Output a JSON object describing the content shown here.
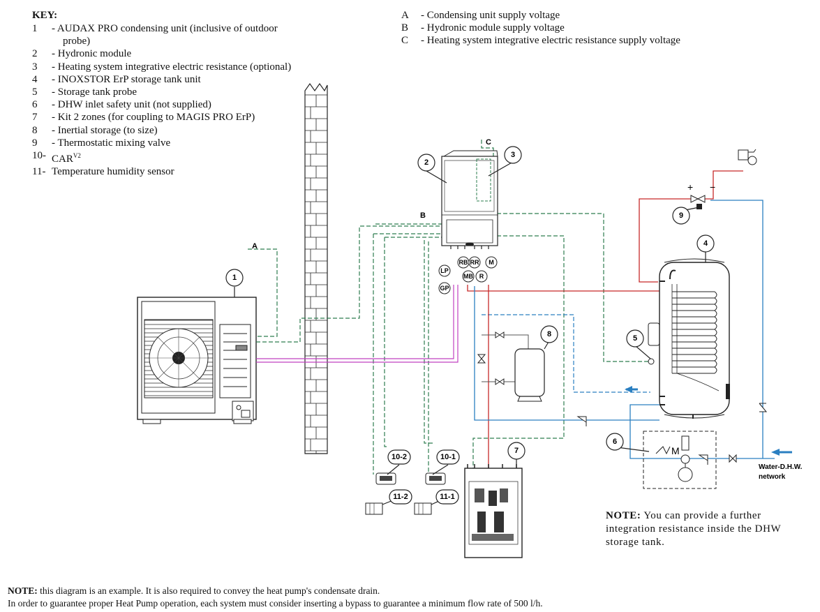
{
  "key": {
    "title": "KEY:",
    "items": [
      {
        "num": "1",
        "text": "- AUDAX PRO condensing unit (inclusive of outdoor"
      },
      {
        "num": "",
        "text": "probe)"
      },
      {
        "num": "2",
        "text": "- Hydronic module"
      },
      {
        "num": "3",
        "text": "- Heating system integrative electric resistance (optional)"
      },
      {
        "num": "4",
        "text": "- INOXSTOR ErP storage tank unit"
      },
      {
        "num": "5",
        "text": "- Storage tank probe"
      },
      {
        "num": "6",
        "text": "- DHW inlet safety unit (not supplied)"
      },
      {
        "num": "7",
        "text": "- Kit 2 zones (for coupling to MAGIS PRO ErP)"
      },
      {
        "num": "8",
        "text": "- Inertial storage (to size)"
      },
      {
        "num": "9",
        "text": "- Thermostatic mixing valve"
      },
      {
        "num": "10-",
        "text": "CAR",
        "sup": "V2"
      },
      {
        "num": "11-",
        "text": "Temperature humidity sensor"
      }
    ]
  },
  "legend": [
    {
      "letter": "A",
      "text": "- Condensing unit supply voltage"
    },
    {
      "letter": "B",
      "text": "- Hydronic module supply voltage"
    },
    {
      "letter": "C",
      "text": "- Heating system integrative electric resistance supply voltage"
    }
  ],
  "diagram": {
    "balloons": {
      "b1": "1",
      "b2": "2",
      "b3": "3",
      "b4": "4",
      "b5": "5",
      "b6": "6",
      "b7": "7",
      "b8": "8",
      "b9": "9",
      "b10_1": "10-1",
      "b10_2": "10-2",
      "b11_1": "11-1",
      "b11_2": "11-2"
    },
    "connectors": {
      "LP": "LP",
      "GP": "GP",
      "RB": "RB",
      "RR": "RR",
      "M": "M",
      "MB": "MB",
      "R": "R"
    },
    "wire_labels": {
      "A": "A",
      "B": "B",
      "C": "C"
    },
    "valve_symbols": {
      "M": "M"
    },
    "mixer_signs": {
      "plus": "+",
      "minus": "−"
    },
    "network_label_1": "Water-D.H.W.",
    "network_label_2": "network"
  },
  "note_right": {
    "label": "NOTE:",
    "text": "You can provide a further integration resistance inside the DHW storage tank."
  },
  "note_bottom": {
    "label": "NOTE:",
    "line1": "this diagram is an example. It is also required to convey the heat pump's condensate drain.",
    "line2": "In order to guarantee proper Heat Pump operation, each system must consider inserting a bypass to guarantee a minimum flow rate of 500 l/h."
  },
  "colors": {
    "green": "#2e7d4f",
    "red": "#c62828",
    "blue": "#2a7fc1",
    "magenta": "#c040c0",
    "line": "#1a1a1a"
  }
}
